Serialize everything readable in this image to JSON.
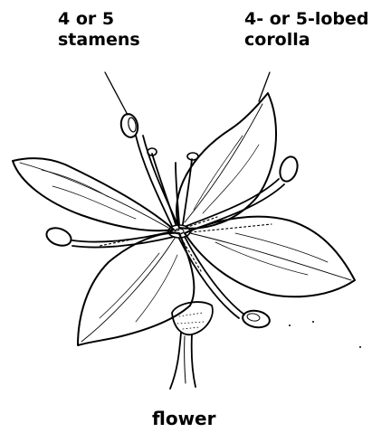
{
  "labels": {
    "stamens_line1": "4 or 5",
    "stamens_line2": "stamens",
    "corolla_line1": "4- or 5-lobed",
    "corolla_line2": "corolla",
    "caption": "flower"
  },
  "colors": {
    "ink": "#000000",
    "paper": "#ffffff"
  }
}
